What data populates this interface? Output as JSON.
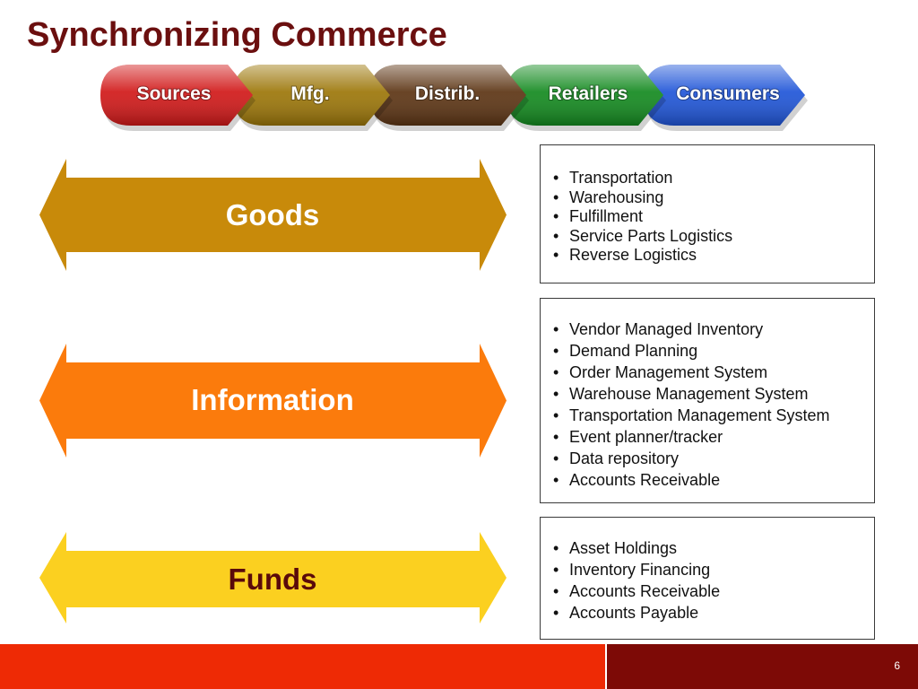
{
  "title": "Synchronizing Commerce",
  "supply_chain": [
    {
      "label": "Sources",
      "color": "#d11818"
    },
    {
      "label": "Mfg.",
      "color": "#9c7608"
    },
    {
      "label": "Distrib.",
      "color": "#5c3413"
    },
    {
      "label": "Retailers",
      "color": "#138a1f"
    },
    {
      "label": "Consumers",
      "color": "#1f55d8"
    }
  ],
  "flows": [
    {
      "label": "Goods",
      "color": "#c88a0a",
      "text_color": "#ffffff"
    },
    {
      "label": "Information",
      "color": "#fb7b0c",
      "text_color": "#ffffff"
    },
    {
      "label": "Funds",
      "color": "#fbd020",
      "text_color": "#5a0a0a"
    }
  ],
  "lists": [
    {
      "items": [
        "Transportation",
        "Warehousing",
        "Fulfillment",
        "Service Parts Logistics",
        "Reverse Logistics"
      ]
    },
    {
      "items": [
        "Vendor Managed Inventory",
        "Demand Planning",
        "Order Management System",
        "Warehouse Management System",
        "Transportation Management System",
        "Event planner/tracker",
        "Data repository",
        "Accounts Receivable"
      ]
    },
    {
      "items": [
        "Asset Holdings",
        "Inventory Financing",
        "Accounts Receivable",
        "Accounts Payable"
      ]
    }
  ],
  "page_number": "6"
}
